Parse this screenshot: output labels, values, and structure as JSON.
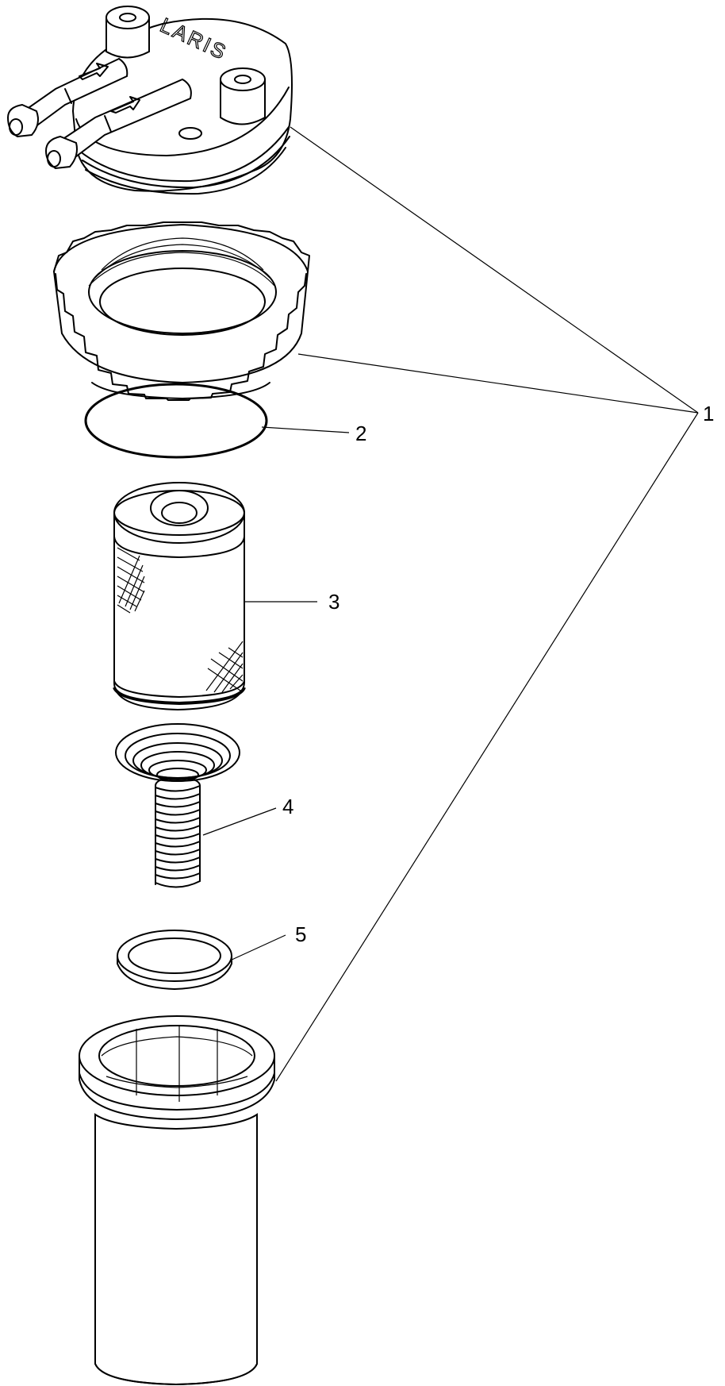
{
  "diagram": {
    "callouts": [
      {
        "id": "1",
        "label": "1"
      },
      {
        "id": "2",
        "label": "2"
      },
      {
        "id": "3",
        "label": "3"
      },
      {
        "id": "4",
        "label": "4"
      },
      {
        "id": "5",
        "label": "5"
      }
    ],
    "cap_logo_text": "LARIS"
  }
}
